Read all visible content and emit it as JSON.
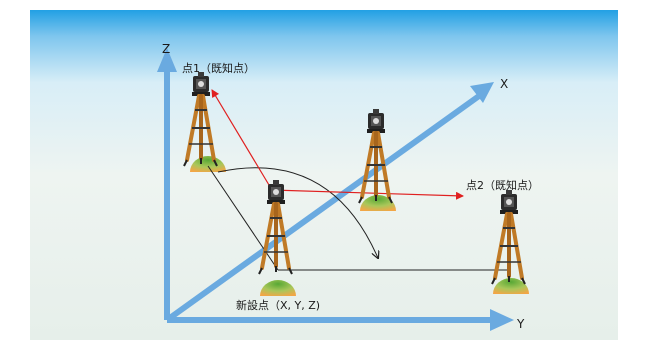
{
  "axes": {
    "z_label": "Z",
    "x_label": "X",
    "y_label": "Y"
  },
  "points": {
    "known_point_1": "点1（既知点）",
    "known_point_2": "点2（既知点）",
    "new_point": "新設点（X, Y, Z)"
  },
  "colors": {
    "sky_top": "#29a3e6",
    "sky_mid": "#cfe9f5",
    "ground": "#eaf2ee",
    "axis": "#6aaae0",
    "sight_line": "#e02020",
    "baseline": "#222222",
    "mound_top": "#5aa832",
    "mound_bottom": "#f1a446",
    "tripod_leg": "#b9772a",
    "instrument": "#2b2b2b"
  },
  "icons": [
    "total-station-tripod-icon",
    "ground-mound-icon"
  ]
}
